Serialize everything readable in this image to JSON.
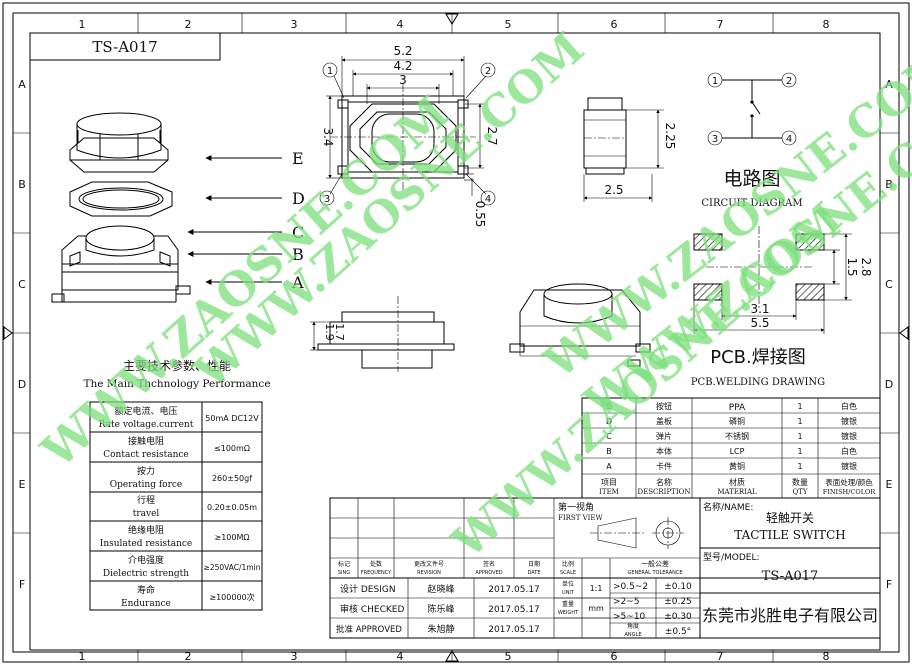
{
  "frame": {
    "col_labels": [
      "1",
      "2",
      "3",
      "4",
      "5",
      "6",
      "7",
      "8"
    ],
    "row_labels": [
      "A",
      "B",
      "C",
      "D",
      "E",
      "F"
    ]
  },
  "part_box": "TS-A017",
  "exploded": {
    "labels": [
      "E",
      "D",
      "C",
      "B",
      "A"
    ]
  },
  "top_view": {
    "dims": [
      "5.2",
      "4.2",
      "3",
      "3.4",
      "2.7",
      "0.55"
    ],
    "pins": [
      "1",
      "2",
      "3",
      "4"
    ]
  },
  "side_view": {
    "dims": [
      "2.25",
      "2.5"
    ]
  },
  "front_view": {
    "dims": [
      "1.7",
      "1.9"
    ]
  },
  "circuit": {
    "pins": [
      "1",
      "2",
      "3",
      "4"
    ],
    "title_cn": "电路图",
    "title_en": "CIRCUIT DIAGRAM"
  },
  "pcb": {
    "dims": [
      "3.1",
      "5.5",
      "2.8",
      "1.5"
    ],
    "title_cn": "PCB.焊接图",
    "title_en": "PCB.WELDING DRAWING"
  },
  "spec": {
    "title_cn": "主要技术参数、性能",
    "title_en": "The Main Thchnology Performance",
    "rows": [
      {
        "cn": "额定电流、电压",
        "en": "Rate voltage.current",
        "value": "50mA DC12V"
      },
      {
        "cn": "接触电阻",
        "en": "Contact resistance",
        "value": "≤100mΩ"
      },
      {
        "cn": "按力",
        "en": "Operating force",
        "value": "260±50gf"
      },
      {
        "cn": "行程",
        "en": "travel",
        "value": "0.20±0.05m"
      },
      {
        "cn": "绝缘电阻",
        "en": "Insulated resistance",
        "value": "≥100MΩ"
      },
      {
        "cn": "介电强度",
        "en": "Dielectric strength",
        "value": "≥250VAC/1min"
      },
      {
        "cn": "寿命",
        "en": "Endurance",
        "value": "≥100000次"
      }
    ]
  },
  "bom": {
    "rows": [
      {
        "item": "E",
        "desc": "按钮",
        "material": "PPA",
        "qty": "1",
        "finish": "白色"
      },
      {
        "item": "D",
        "desc": "盖板",
        "material": "磷铜",
        "qty": "1",
        "finish": "镀银"
      },
      {
        "item": "C",
        "desc": "弹片",
        "material": "不锈钢",
        "qty": "1",
        "finish": "镀银"
      },
      {
        "item": "B",
        "desc": "本体",
        "material": "LCP",
        "qty": "1",
        "finish": "白色"
      },
      {
        "item": "A",
        "desc": "卡件",
        "material": "黄铜",
        "qty": "1",
        "finish": "镀银"
      }
    ],
    "header": {
      "item_cn": "项目",
      "item_en": "ITEM",
      "desc_cn": "名称",
      "desc_en": "DESCRIPTION",
      "mat_cn": "材质",
      "mat_en": "MATERIAL",
      "qty_cn": "数量",
      "qty_en": "QTY",
      "fin_cn": "表面处理/颜色",
      "fin_en": "FINISH/COLOR"
    }
  },
  "title_block": {
    "first_view_cn": "第一视角",
    "first_view_en": "FIRST VIEW",
    "name_label": "名称/NAME:",
    "name_cn": "轻触开关",
    "name_en": "TACTILE SWITCH",
    "model_label": "型号/MODEL:",
    "model": "TS-A017",
    "company": "东莞市兆胜电子有限公司",
    "rev_heads": [
      {
        "cn": "标记",
        "en": "SING"
      },
      {
        "cn": "处数",
        "en": "FREQUENCY"
      },
      {
        "cn": "更改文件号",
        "en": "REVISION"
      },
      {
        "cn": "签名",
        "en": "APPROVED"
      },
      {
        "cn": "日期",
        "en": "DATE"
      }
    ],
    "scale_cn": "比例",
    "scale_en": "SCALE",
    "scale": "1:1",
    "tol_cn": "一般公差",
    "tol_en": "GENERAL TOLERANCE",
    "unit_cn": "单位",
    "unit_en": "UNIT",
    "unit": "mm",
    "weight_cn": "重量",
    "weight_en": "WEIGHT",
    "angle_cn": "角度",
    "angle_en": "ANGLE",
    "tolerances": [
      {
        "range": "0.5~2",
        "tol": "±0.10"
      },
      {
        "range": "2~5",
        "tol": "±0.25"
      },
      {
        "range": "5~10",
        "tol": "±0.30"
      },
      {
        "range": "",
        "tol": "±0.5°"
      }
    ],
    "approvals": [
      {
        "role": "设计 DESIGN",
        "name": "赵晓峰",
        "date": "2017.05.17"
      },
      {
        "role": "审核 CHECKED",
        "name": "陈乐峰",
        "date": "2017.05.17"
      },
      {
        "role": "批准 APPROVED",
        "name": "朱旭静",
        "date": "2017.05.17"
      }
    ]
  },
  "watermark": "WWW.ZAOSNE.COM"
}
